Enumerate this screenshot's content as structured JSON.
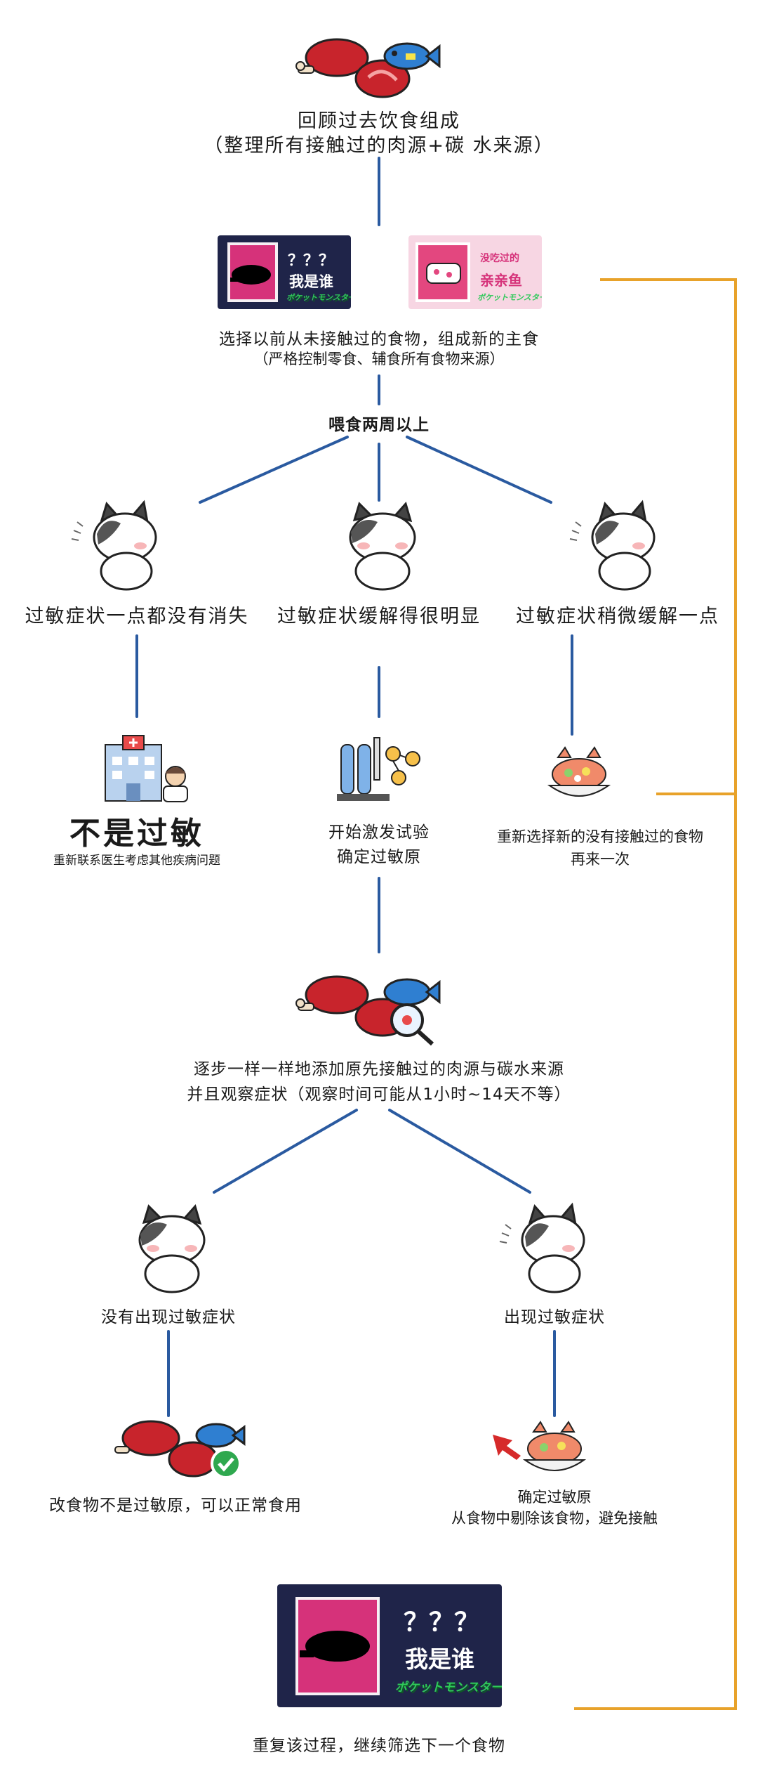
{
  "colors": {
    "flow_line": "#2a5aa0",
    "loop_line": "#e8a22a",
    "card_bg": "#1f2449",
    "card_pink": "#d6327a",
    "logo_green": "#2fc95a"
  },
  "step1": {
    "line1": "回顾过去饮食组成",
    "line2": "（整理所有接触过的肉源+碳  水来源）"
  },
  "cards": {
    "mystery": {
      "question": "？？？",
      "who": "我是谁",
      "logo": "ポケットモンスター"
    },
    "tried": {
      "line1": "没吃过的",
      "line2": "亲亲鱼",
      "logo": "ポケットモンスター"
    }
  },
  "step2": {
    "line1": "选择以前从未接触过的食物，组成新的主食",
    "line2": "（严格控制零食、辅食所有食物来源）"
  },
  "step3": {
    "label": "喂食两周以上"
  },
  "branches": {
    "left": {
      "label": "过敏症状一点都没有消失",
      "result_title": "不是过敏",
      "result_note": "重新联系医生考虑其他疾病问题"
    },
    "middle": {
      "label": "过敏症状缓解得很明显",
      "result_line1": "开始激发试验",
      "result_line2": "确定过敏原"
    },
    "right": {
      "label": "过敏症状稍微缓解一点",
      "result_line1": "重新选择新的没有接触过的食物",
      "result_line2": "再来一次"
    }
  },
  "step4": {
    "line1": "逐步一样一样地添加原先接触过的肉源与碳水来源",
    "line2": "并且观察症状（观察时间可能从1小时~14天不等）"
  },
  "sub_branches": {
    "left": {
      "label": "没有出现过敏症状",
      "result": "改食物不是过敏原，可以正常食用"
    },
    "right": {
      "label": "出现过敏症状",
      "result_line1": "确定过敏原",
      "result_line2": "从食物中剔除该食物，避免接触"
    }
  },
  "final": {
    "label": "重复该过程，继续筛选下一个食物"
  },
  "icons": [
    "meat-fish-icon",
    "cat-icon",
    "hospital-doctor-icon",
    "lab-test-icon",
    "food-bowl-icon",
    "magnifier-icon",
    "check-icon",
    "arrow-icon"
  ]
}
